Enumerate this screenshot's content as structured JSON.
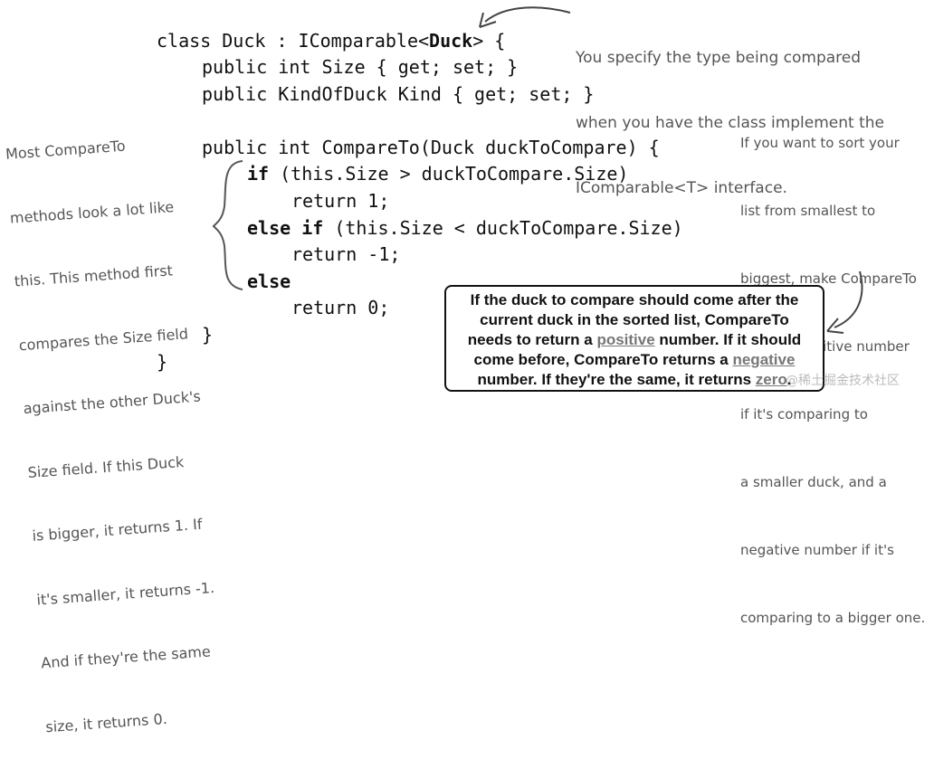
{
  "code": {
    "line1_pre": "class Duck : IComparable<",
    "line1_bold": "Duck",
    "line1_post": "> {",
    "line2": "public int Size { get; set; }",
    "line3": "public KindOfDuck Kind { get; set; }",
    "line4": "public int CompareTo(Duck duckToCompare) {",
    "line5_kw": "if",
    "line5_rest": " (this.Size > duckToCompare.Size)",
    "line6": "return 1;",
    "line7_kw": "else if",
    "line7_rest": " (this.Size < duckToCompare.Size)",
    "line8": "return -1;",
    "line9_kw": "else",
    "line10": "return 0;",
    "line11": "}",
    "line12": "}"
  },
  "notes": {
    "top_right": [
      "You specify the type being compared",
      "when you have the class implement the",
      "IComparable<T> interface."
    ],
    "left": [
      "Most CompareTo",
      "methods look a lot like",
      "this. This method first",
      "compares the Size field",
      "against the other Duck's",
      "Size field. If this Duck",
      "is bigger, it returns 1. If",
      "it's smaller, it returns -1.",
      "And if they're the same",
      "size, it returns 0."
    ],
    "right": [
      "If you want to sort your",
      "list from smallest to",
      "biggest, make CompareTo",
      "return a positive number",
      "if it's comparing to",
      "a smaller duck, and a",
      "negative number if it's",
      "comparing to a bigger one."
    ]
  },
  "box": {
    "l1": "If the duck to compare should come after the",
    "l2": "current duck in the sorted list, CompareTo",
    "l3_pre": "needs to return a ",
    "l3_u": "positive",
    "l3_post": " number. If it should",
    "l4_pre": "come before, CompareTo returns a ",
    "l4_u": "negative",
    "l5_pre": "number. If they're the same, it returns ",
    "l5_u": "zero",
    "l5_post": "."
  },
  "watermark": "@稀土掘金技术社区"
}
